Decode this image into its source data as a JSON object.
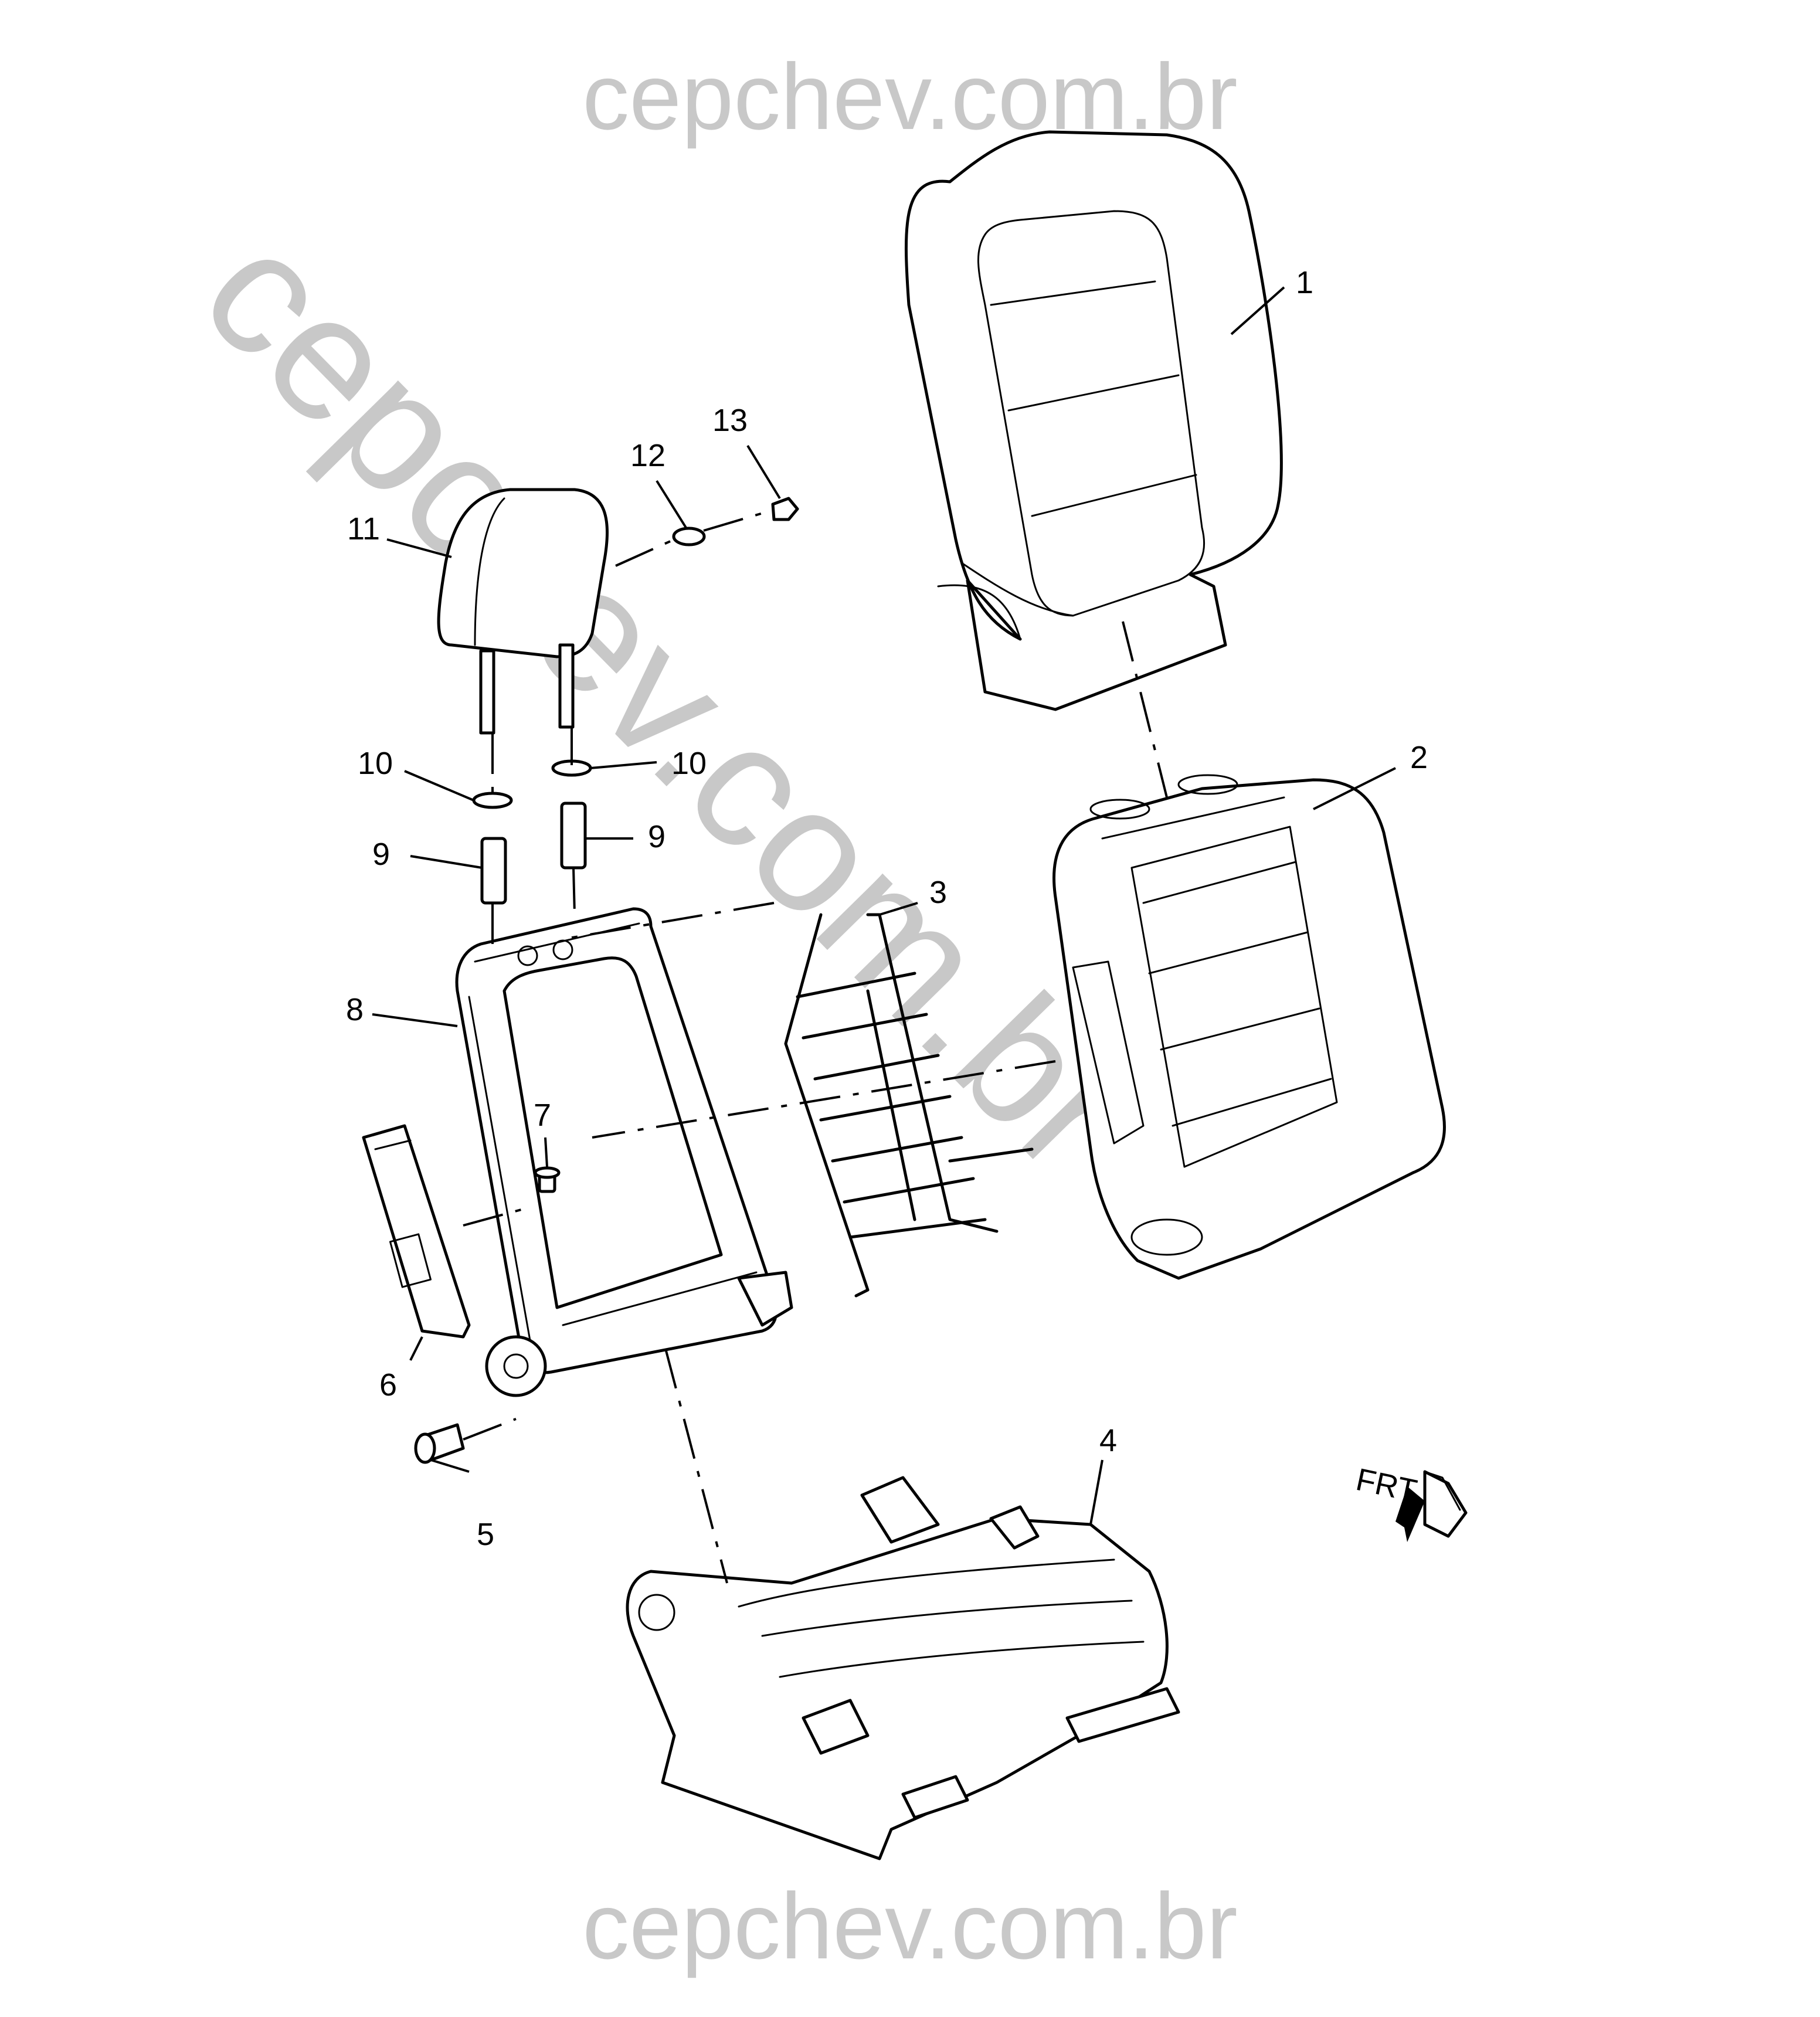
{
  "watermarks": {
    "top": "cepchev.com.br",
    "bottom": "cepchev.com.br",
    "diagonal": "cepchev.com.br"
  },
  "callouts": [
    {
      "id": "1",
      "label": "1"
    },
    {
      "id": "2",
      "label": "2"
    },
    {
      "id": "3",
      "label": "3"
    },
    {
      "id": "4",
      "label": "4"
    },
    {
      "id": "5",
      "label": "5"
    },
    {
      "id": "6",
      "label": "6"
    },
    {
      "id": "7",
      "label": "7"
    },
    {
      "id": "8",
      "label": "8"
    },
    {
      "id": "9a",
      "label": "9"
    },
    {
      "id": "9b",
      "label": "9"
    },
    {
      "id": "10a",
      "label": "10"
    },
    {
      "id": "10b",
      "label": "10"
    },
    {
      "id": "11",
      "label": "11"
    },
    {
      "id": "12",
      "label": "12"
    },
    {
      "id": "13",
      "label": "13"
    }
  ],
  "direction_marker": {
    "label": "FRT"
  }
}
